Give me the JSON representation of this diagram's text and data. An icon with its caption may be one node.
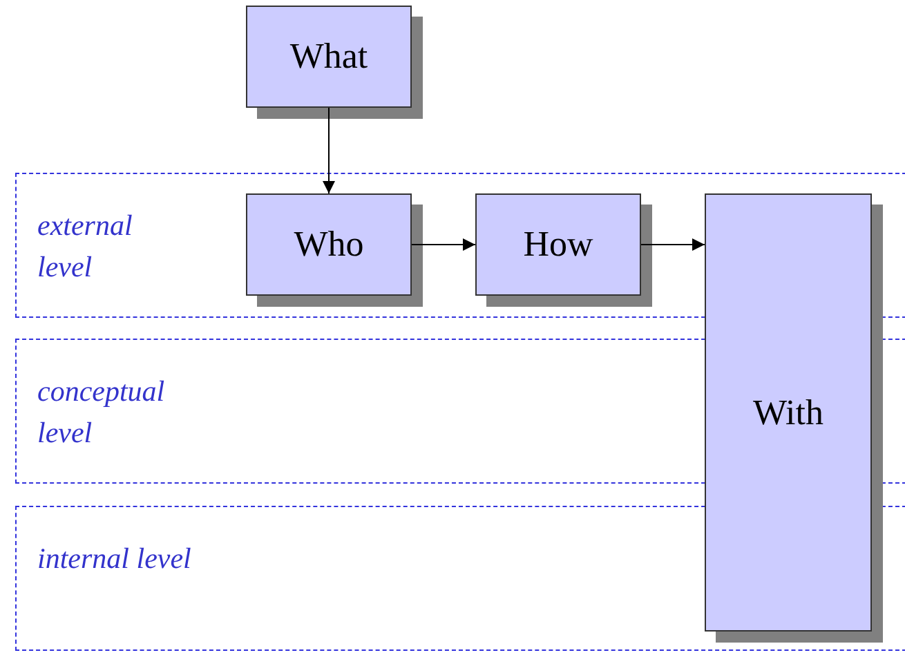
{
  "diagram": {
    "nodes": [
      {
        "text": [
          "What"
        ]
      },
      {
        "text": [
          "external level"
        ]
      },
      {
        "text": [
          "Who"
        ],
        "in": 1
      },
      {
        "text": [
          "How"
        ],
        "in": 1
      },
      {
        "text": [
          "With"
        ]
      },
      {
        "text": [
          "conceptual level"
        ]
      },
      {
        "text": [
          "internal level"
        ]
      }
    ],
    "edges": [
      {
        "from": 0,
        "to": 2,
        "arrow": "to"
      },
      {
        "from": 2,
        "to": 3,
        "arrow": "to"
      },
      {
        "from": 3,
        "to": 4,
        "arrow": "to"
      }
    ]
  }
}
